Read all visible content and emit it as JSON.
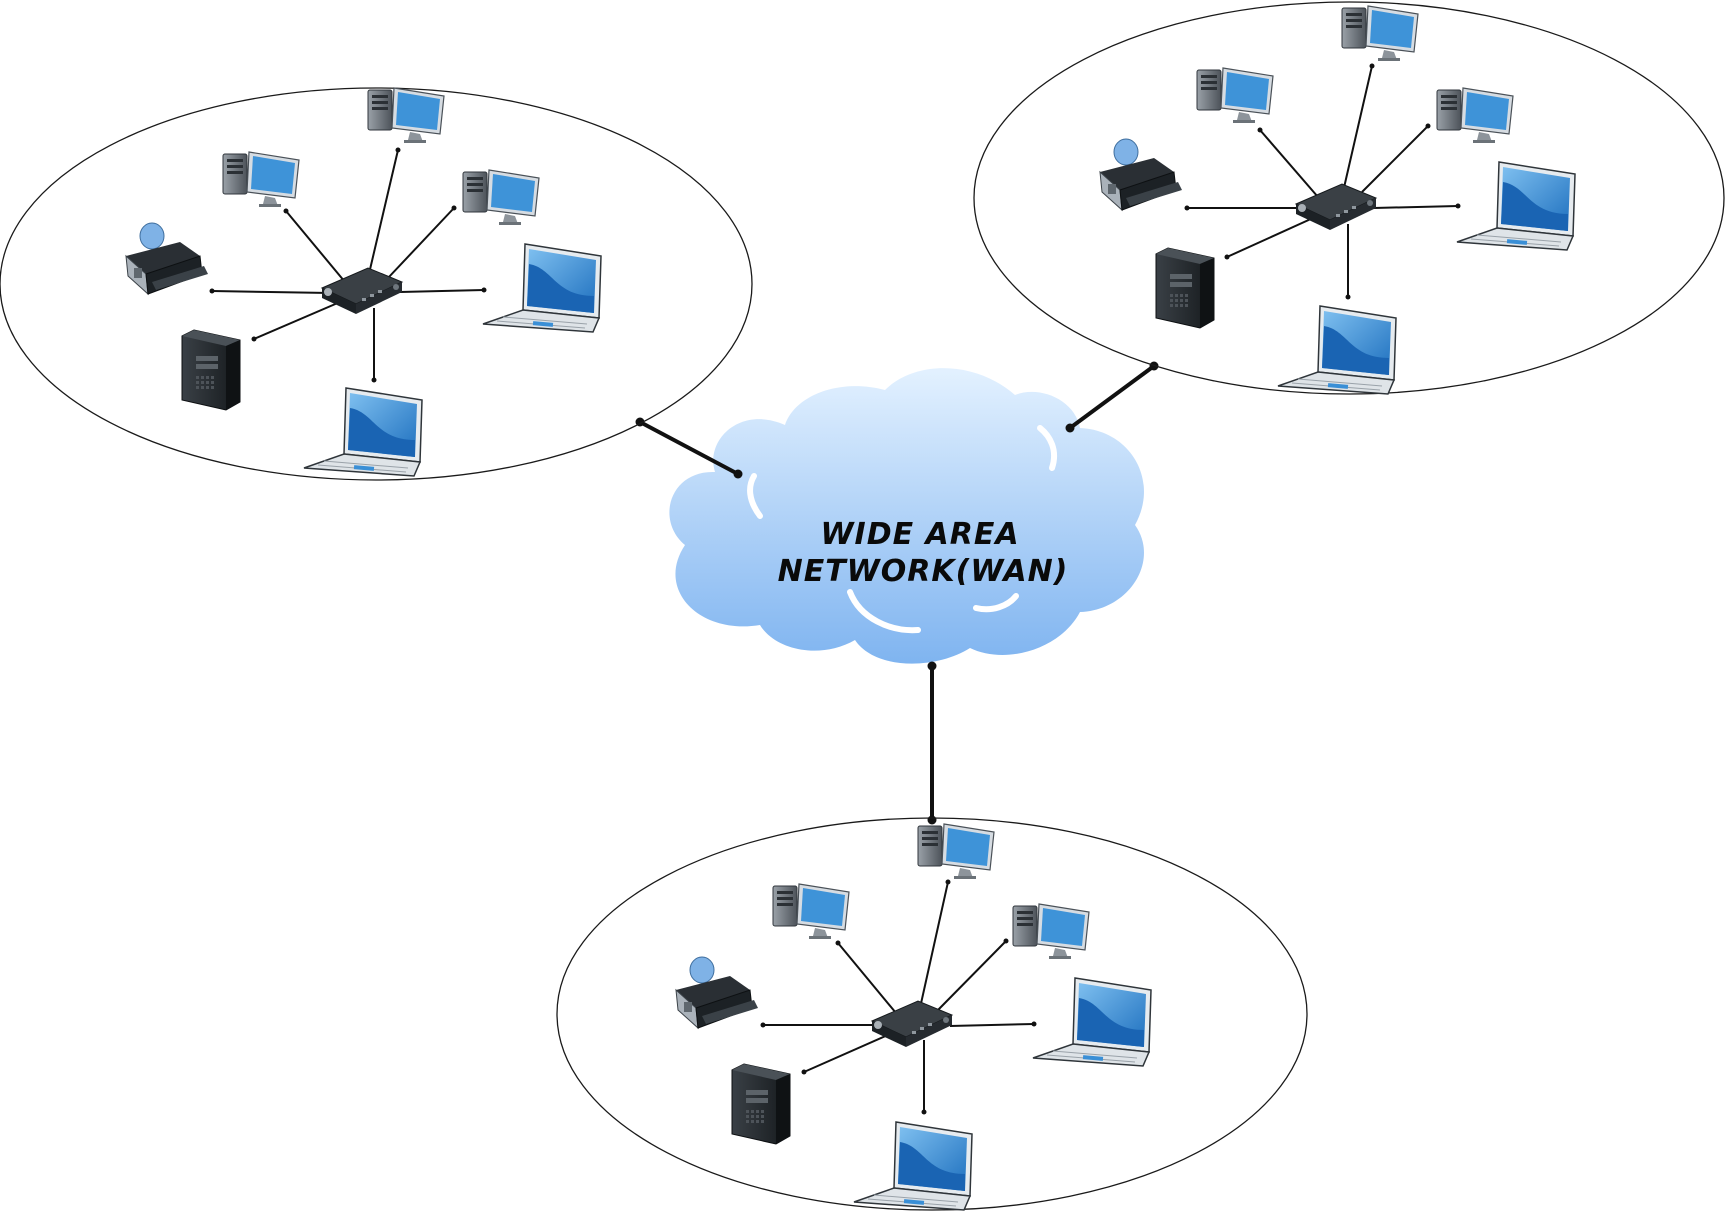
{
  "wan": {
    "label_line1": "WIDE AREA",
    "label_line2": "NETWORK(WAN)",
    "cloud_color_top": "#dceeff",
    "cloud_color_bottom": "#7fb6f2"
  },
  "lans": [
    {
      "id": "lan-top-left",
      "devices": [
        "printer-icon",
        "desktop-computer-icon",
        "desktop-computer-icon",
        "desktop-computer-icon",
        "laptop-icon",
        "laptop-icon",
        "server-tower-icon"
      ],
      "hub": "router-icon"
    },
    {
      "id": "lan-top-right",
      "devices": [
        "printer-icon",
        "desktop-computer-icon",
        "desktop-computer-icon",
        "desktop-computer-icon",
        "laptop-icon",
        "laptop-icon",
        "server-tower-icon"
      ],
      "hub": "router-icon"
    },
    {
      "id": "lan-bottom",
      "devices": [
        "printer-icon",
        "desktop-computer-icon",
        "desktop-computer-icon",
        "desktop-computer-icon",
        "laptop-icon",
        "laptop-icon",
        "server-tower-icon"
      ],
      "hub": "router-icon"
    }
  ],
  "colors": {
    "screen_blue": "#3c8fd6",
    "device_gray": "#6b7178",
    "device_dark": "#1f2428",
    "line": "#111111"
  }
}
